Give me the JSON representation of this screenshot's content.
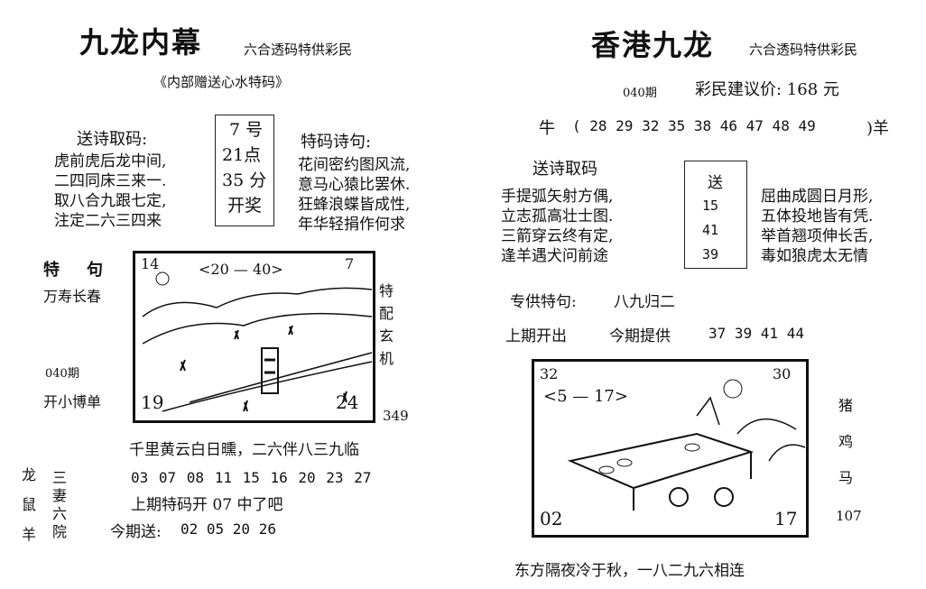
{
  "left": {
    "title": "九龙内幕",
    "tagline": "六合透码特供彩民",
    "subtitle": "《内部赠送心水特码》",
    "poem_pick_label": "送诗取码:",
    "poem_pick_lines": [
      "虎前虎后龙中间,",
      "二四同床三来一.",
      "取八合九跟七定,",
      "注定二六三四来"
    ],
    "draw_time": [
      "7 号",
      "21点",
      "35 分",
      "开奖"
    ],
    "special_poem_label": "特码诗句:",
    "special_poem_lines": [
      "花间密约图风流,",
      "意马心猿比罢休.",
      "狂蜂浪蝶皆成性,",
      "年华轻捐作何求"
    ],
    "special_phrase_label": "特　句",
    "special_phrase": "万寿长春",
    "issue": "040期",
    "open_label": "开小博单",
    "special_side": [
      "特",
      "配",
      "玄",
      "机"
    ],
    "side_number": "349",
    "sketch": {
      "tl": "14",
      "range": "<20 — 40>",
      "tr": "7",
      "bl": "19",
      "br": "24"
    },
    "verse": "千里黄云白日曛，二六伴八三九临",
    "zodiac_col1": [
      "龙",
      "鼠",
      "羊"
    ],
    "zodiac_col2": [
      "三",
      "妻",
      "六",
      "院"
    ],
    "numbers": "03 07 08 11 15 16 20 23 27",
    "last_result": "上期特码开 07  中了吧",
    "this_issue_label": "今期送:",
    "this_issue_numbers": "02 05 20 26"
  },
  "right": {
    "title": "香港九龙",
    "tagline": "六合透码特供彩民",
    "issue": "040期",
    "price": "彩民建议价: 168 元",
    "zodiac_left": "牛",
    "zodiac_numbers": "( 28 29 32 35 38 46 47 48 49",
    "zodiac_close": ")羊",
    "poem_pick_label": "送诗取码",
    "poem_left": [
      "手提弧矢射方偶,",
      "立志孤高壮士图.",
      "三箭穿云终有定,",
      "逢羊遇犬问前途"
    ],
    "send_label": "送",
    "send_numbers": [
      "15",
      "41",
      "39"
    ],
    "poem_right": [
      "屈曲成圆日月形,",
      "五体投地皆有凭.",
      "举首翘项伸长舌,",
      "毒如狼虎太无情"
    ],
    "special_label": "专供特句:",
    "special_value": "八九归二",
    "last_open_label": "上期开出",
    "this_offer_label": "今期提供",
    "this_offer_numbers": "37 39 41 44",
    "sketch": {
      "tl": "32",
      "range": "<5 — 17>",
      "tr": "30",
      "bl": "02",
      "br": "17"
    },
    "side_zodiac": [
      "猪",
      "鸡",
      "马"
    ],
    "side_number": "107",
    "verse": "东方隔夜冷于秋，一八二九六相连"
  }
}
